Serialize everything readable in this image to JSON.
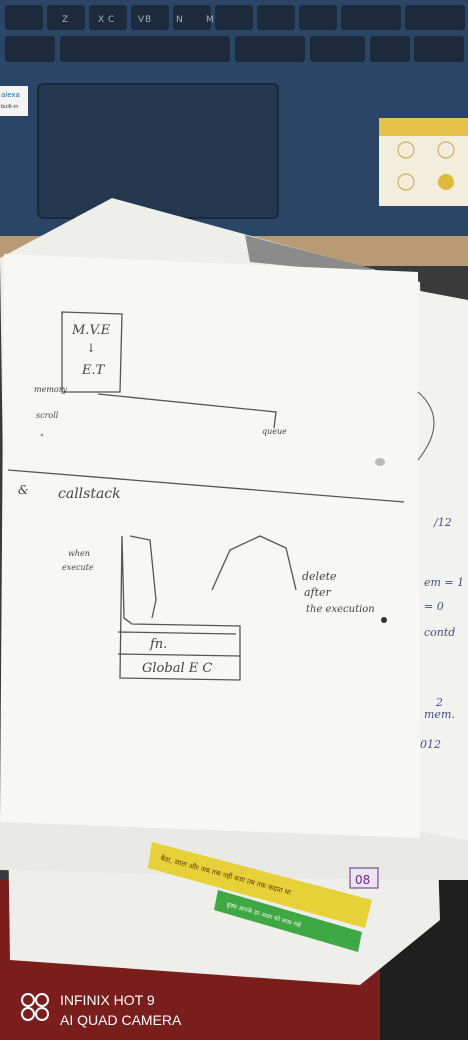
{
  "photo": {
    "keyboard_keys": [
      "Z",
      "X",
      "C",
      "V",
      "B",
      "N",
      "M"
    ],
    "alexa_sticker": [
      "alexa",
      "built-in"
    ],
    "notebook_page": {
      "box_text": [
        "M.V.E",
        "↓",
        "E.T"
      ],
      "label_memory": "memory",
      "label_scroll": "scroll",
      "label_quote": "\"",
      "label_queue": "queue",
      "heading_bullet": "&",
      "heading": "callstack",
      "label_when_execute": [
        "when",
        "execute"
      ],
      "label_delete": [
        "delete",
        "after",
        "the execution"
      ],
      "stack_items": [
        "fn.",
        "Global E C"
      ]
    },
    "side_page_fragments": [
      "/12",
      "em = 1",
      "= 0",
      "contd",
      "2",
      "mem.",
      "012"
    ],
    "bottom_page_number": "08",
    "yellow_strip_text": "बैठा, जाता और जब तक नहीं बजा तब तक कहता था",
    "green_strip_text": "बुक्स आपके हर अक्षर को साफ़ रखे"
  },
  "watermark": {
    "line1": "INFINIX HOT 9",
    "line2": "AI QUAD CAMERA"
  }
}
